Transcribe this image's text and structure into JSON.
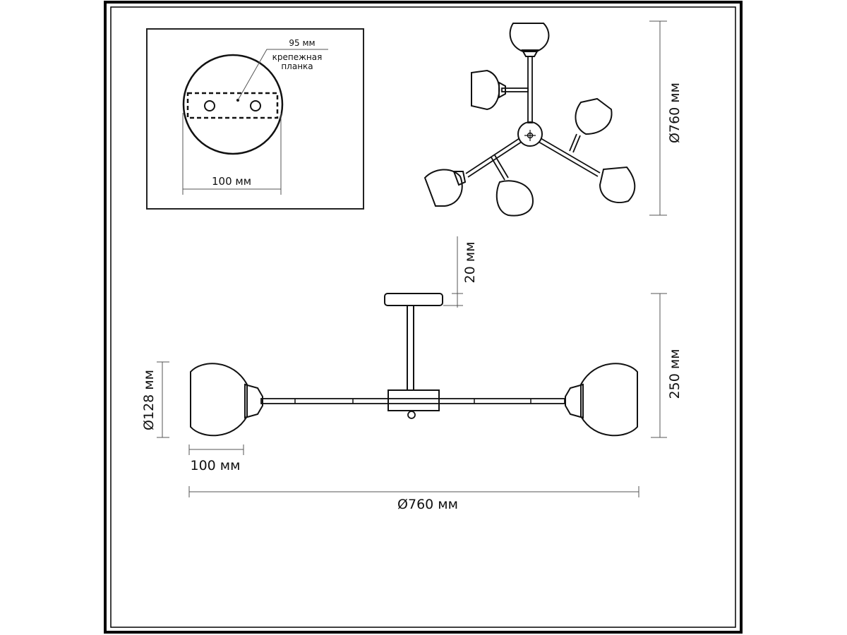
{
  "mount_detail": {
    "plate_label": "95 мм",
    "bracket_label_line1": "крепежная",
    "bracket_label_line2": "планка",
    "canopy_diameter": "100 мм"
  },
  "top_view": {
    "diameter": "Ø760 мм"
  },
  "side_view": {
    "canopy_height": "20 мм",
    "total_height": "250 мм",
    "shade_diameter": "Ø128 мм",
    "shade_depth": "100 мм",
    "total_width": "Ø760 мм"
  }
}
